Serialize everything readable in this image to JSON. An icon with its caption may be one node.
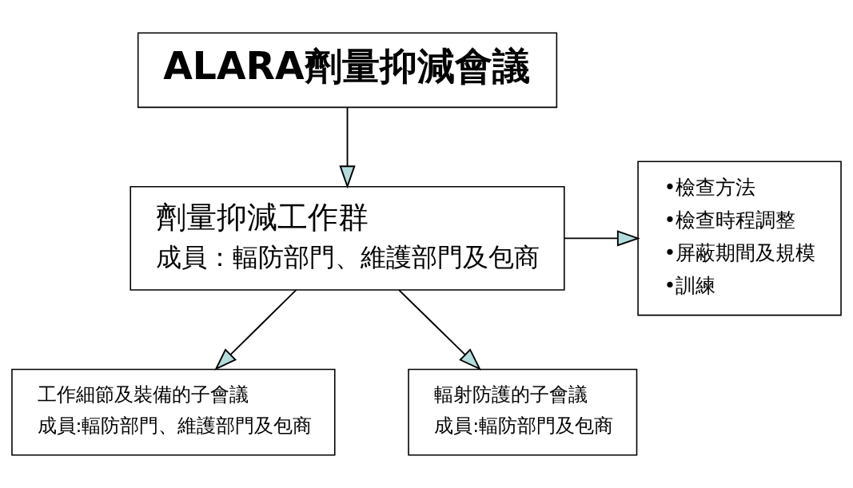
{
  "diagram": {
    "nodes": [
      {
        "text": [
          "ALARA劑量抑減會議"
        ]
      },
      {
        "text": [
          "劑量抑減工作群",
          "成員：輻防部門、維護部門及包商"
        ]
      },
      {
        "text": [
          "•檢查方法",
          "•檢查時程調整",
          "•屏蔽期間及規模",
          "•訓練"
        ]
      },
      {
        "text": [
          "工作細節及裝備的子會議",
          "成員:輻防部門、維護部門及包商"
        ]
      },
      {
        "text": [
          "輻射防護的子會議",
          "成員:輻防部門及包商"
        ]
      }
    ],
    "edges": [
      {
        "from": 0,
        "to": 1,
        "arrow": "to"
      },
      {
        "from": 1,
        "to": 2,
        "arrow": "to"
      },
      {
        "from": 1,
        "to": 3,
        "arrow": "to"
      },
      {
        "from": 1,
        "to": 4,
        "arrow": "to"
      }
    ]
  }
}
